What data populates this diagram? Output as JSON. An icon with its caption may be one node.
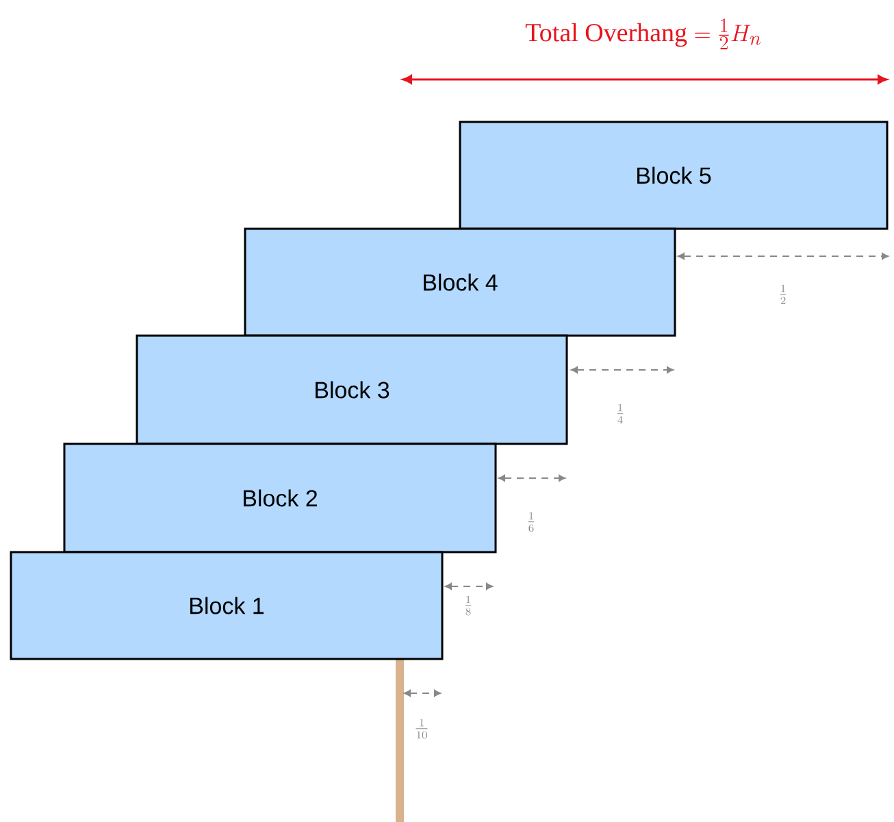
{
  "diagram": {
    "nodes": [
      {
        "text": [
          "Block 5"
        ]
      },
      {
        "text": [
          "Block 4"
        ]
      },
      {
        "text": [
          "Block 3"
        ]
      },
      {
        "text": [
          "Block 2"
        ]
      },
      {
        "text": [
          "Block 1"
        ]
      }
    ],
    "edges": [],
    "labels": [
      "\\text{Total Overhang} = \\frac{1}{2} H_n",
      "\\frac{1}{2}",
      "\\frac{1}{4}",
      "\\frac{1}{6}",
      "\\frac{1}{8}",
      "\\frac{1}{10}"
    ]
  }
}
